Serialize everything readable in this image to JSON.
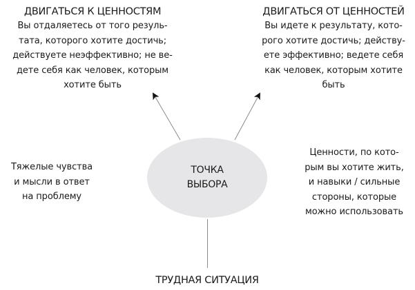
{
  "diagram": {
    "top_left": {
      "title": "ДВИГАТЬСЯ К ЦЕННОСТЯМ",
      "lines": [
        "Вы отдаляетесь от того резуль-",
        "тата, которого хотите достичь;",
        "действуете неэффективно; не ве-",
        "дете себя как человек, которым",
        "хотите быть"
      ]
    },
    "top_right": {
      "title": "ДВИГАТЬСЯ ОТ ЦЕННОСТЕЙ",
      "lines": [
        "Вы идете к результату, кото-",
        "рого хотите достичь; действу-",
        "ете эффективно; ведете себя",
        "как человек, которым хотите",
        "быть"
      ]
    },
    "center": {
      "lines": [
        "ТОЧКА",
        "ВЫБОРА"
      ],
      "fill_color": "#e6e6e8"
    },
    "mid_left": {
      "lines": [
        "Тяжелые чувства",
        "и мысли в ответ",
        "на проблему"
      ]
    },
    "mid_right": {
      "lines": [
        "Ценности, по кото-",
        "рым вы хотите жить,",
        "и навыки / сильные",
        "стороны, которые",
        "можно использовать"
      ]
    },
    "bottom": {
      "label": "ТРУДНАЯ СИТУАЦИЯ"
    },
    "colors": {
      "text": "#1a1a1a",
      "ellipse": "#e6e6e8",
      "line": "#8a8a8a",
      "arrowhead": "#111111"
    }
  }
}
